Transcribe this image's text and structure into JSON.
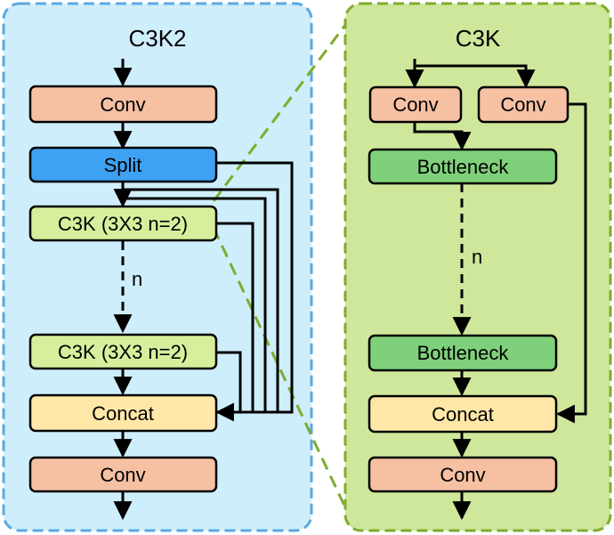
{
  "left_panel": {
    "title": "C3K2",
    "conv_top": "Conv",
    "split": "Split",
    "c3k_first": "C3K (3X3 n=2)",
    "n_label": "n",
    "c3k_last": "C3K (3X3 n=2)",
    "concat": "Concat",
    "conv_bottom": "Conv",
    "background": "#cfeefb",
    "border": "#5ba8e0"
  },
  "right_panel": {
    "title": "C3K",
    "conv_left": "Conv",
    "conv_right": "Conv",
    "bottleneck_top": "Bottleneck",
    "n_label": "n",
    "bottleneck_bottom": "Bottleneck",
    "concat": "Concat",
    "conv_bottom": "Conv",
    "background": "#cfe79b",
    "border": "#7fac2e"
  },
  "colors": {
    "conv": "#f6c0a3",
    "split": "#3ea1f2",
    "c3k": "#d7ef9c",
    "concat": "#ffe7a8",
    "bottleneck": "#7fd07a",
    "zoom_lines": "#7fac2e"
  }
}
